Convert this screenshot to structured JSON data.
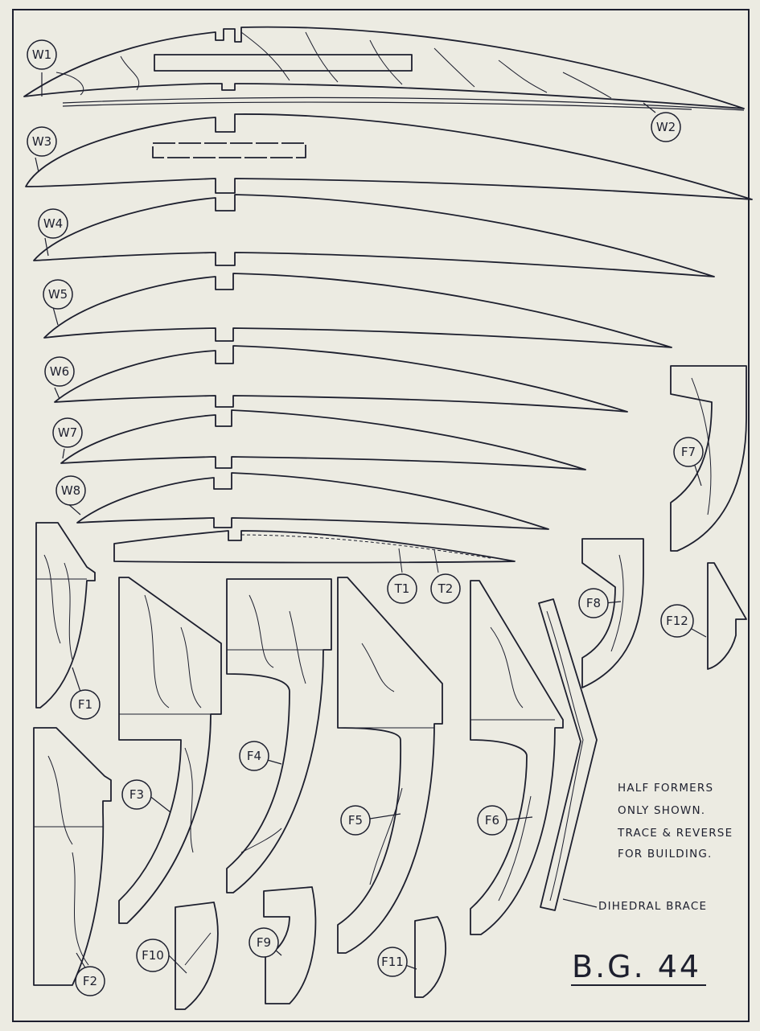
{
  "labels": {
    "W1": "W1",
    "W2": "W2",
    "W3": "W3",
    "W4": "W4",
    "W5": "W5",
    "W6": "W6",
    "W7": "W7",
    "W8": "W8",
    "T1": "T1",
    "T2": "T2",
    "F1": "F1",
    "F2": "F2",
    "F3": "F3",
    "F4": "F4",
    "F5": "F5",
    "F6": "F6",
    "F7": "F7",
    "F8": "F8",
    "F9": "F9",
    "F10": "F10",
    "F11": "F11",
    "F12": "F12"
  },
  "notes": {
    "line1": "HALF FORMERS",
    "line2": "ONLY SHOWN.",
    "line3": "TRACE & REVERSE",
    "line4": "FOR BUILDING."
  },
  "brace_label": "DIHEDRAL BRACE",
  "title": "B.G. 44"
}
